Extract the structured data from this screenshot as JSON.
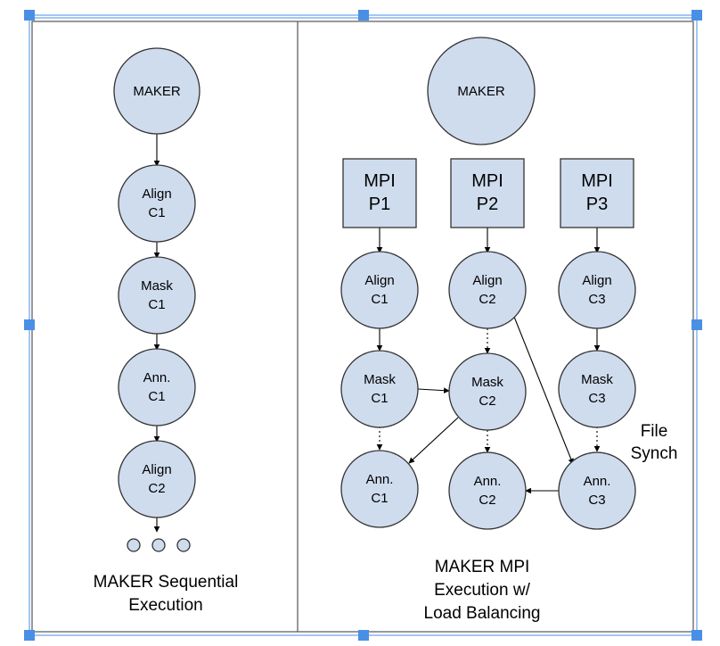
{
  "left_panel": {
    "caption_line1": "MAKER Sequential",
    "caption_line2": "Execution",
    "nodes": [
      {
        "id": "maker",
        "lines": [
          "MAKER"
        ]
      },
      {
        "id": "align-c1",
        "lines": [
          "Align",
          "C1"
        ]
      },
      {
        "id": "mask-c1",
        "lines": [
          "Mask",
          "C1"
        ]
      },
      {
        "id": "ann-c1",
        "lines": [
          "Ann.",
          "C1"
        ]
      },
      {
        "id": "align-c2",
        "lines": [
          "Align",
          "C2"
        ]
      }
    ]
  },
  "right_panel": {
    "caption_line1": "MAKER MPI",
    "caption_line2": "Execution w/",
    "caption_line3": "Load Balancing",
    "maker": "MAKER",
    "processes": [
      {
        "id": "p1",
        "lines": [
          "MPI",
          "P1"
        ]
      },
      {
        "id": "p2",
        "lines": [
          "MPI",
          "P2"
        ]
      },
      {
        "id": "p3",
        "lines": [
          "MPI",
          "P3"
        ]
      }
    ],
    "nodes": [
      {
        "id": "align-c1",
        "lines": [
          "Align",
          "C1"
        ]
      },
      {
        "id": "align-c2",
        "lines": [
          "Align",
          "C2"
        ]
      },
      {
        "id": "align-c3",
        "lines": [
          "Align",
          "C3"
        ]
      },
      {
        "id": "mask-c1",
        "lines": [
          "Mask",
          "C1"
        ]
      },
      {
        "id": "mask-c2",
        "lines": [
          "Mask",
          "C2"
        ]
      },
      {
        "id": "mask-c3",
        "lines": [
          "Mask",
          "C3"
        ]
      },
      {
        "id": "ann-c1",
        "lines": [
          "Ann.",
          "C1"
        ]
      },
      {
        "id": "ann-c2",
        "lines": [
          "Ann.",
          "C2"
        ]
      },
      {
        "id": "ann-c3",
        "lines": [
          "Ann.",
          "C3"
        ]
      }
    ],
    "file_synch_line1": "File",
    "file_synch_line2": "Synch"
  }
}
